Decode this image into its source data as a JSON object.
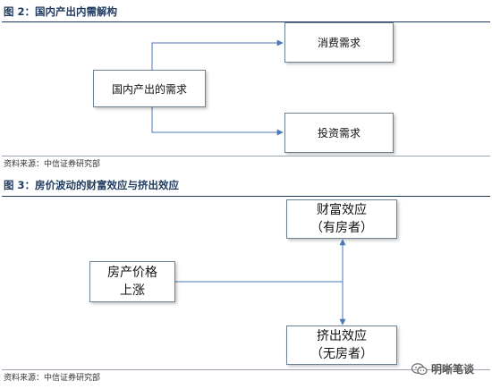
{
  "figure2": {
    "title": "图 2：国内产出内需解构",
    "source": "资料来源：中信证券研究部",
    "nodes": {
      "main": "国内产出的需求",
      "consumption": "消费需求",
      "investment": "投资需求"
    }
  },
  "figure3": {
    "title": "图 3：房价波动的财富效应与挤出效应",
    "source": "资料来源：中信证券研究部",
    "nodes": {
      "house_price": [
        "房产价格",
        "上涨"
      ],
      "wealth_effect": [
        "财富效应",
        "（有房者）"
      ],
      "crowding_effect": [
        "挤出效应",
        "（无房者）"
      ]
    }
  },
  "watermark": {
    "text": "明晰笔谈",
    "icon": "wechat-icon"
  },
  "colors": {
    "title": "#1f3a5f",
    "connector": "#4a78b8",
    "box_border": "#6f8294"
  }
}
